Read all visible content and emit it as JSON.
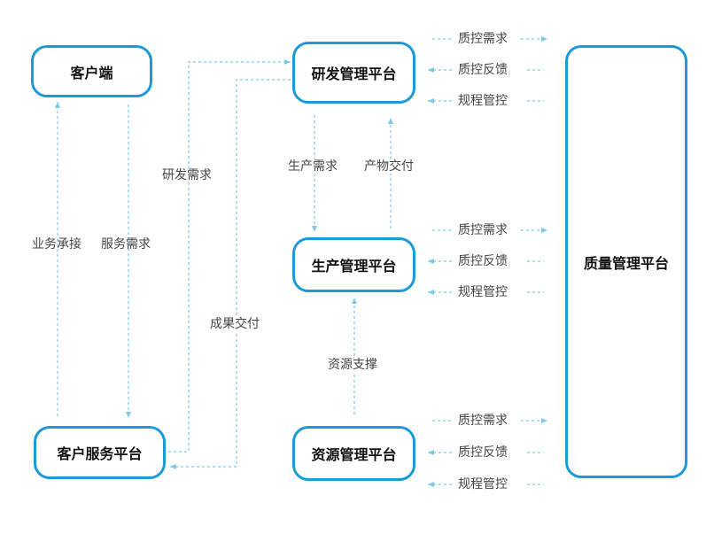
{
  "nodes": {
    "client": "客户端",
    "client_service": "客户服务平台",
    "rnd": "研发管理平台",
    "production": "生产管理平台",
    "resource": "资源管理平台",
    "quality": "质量管理平台"
  },
  "edge_labels": {
    "business_undertaking": "业务承接",
    "service_demand": "服务需求",
    "rnd_demand": "研发需求",
    "result_delivery": "成果交付",
    "production_demand": "生产需求",
    "product_delivery": "产物交付",
    "resource_support": "资源支撑"
  },
  "quality_links": {
    "demand": "质控需求",
    "feedback": "质控反馈",
    "rules": "规程管控"
  },
  "colors": {
    "border": "#1a9ad8",
    "arrow": "#7cc9ea"
  }
}
